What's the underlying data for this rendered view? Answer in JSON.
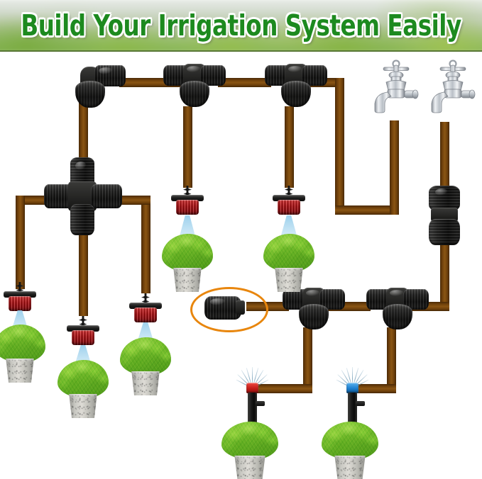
{
  "header": {
    "title": "Build Your Irrigation System Easily",
    "title_color": "#1d8a1f",
    "title_outline_color": "#ffffff",
    "background_description": "blurred green greenhouse foliage"
  },
  "palette": {
    "pipe_brown": "#8a5513",
    "pipe_brown_dark": "#4a2a07",
    "fitting_black": "#16161 5",
    "dripper_red": "#c0171a",
    "spray_blue": "#96cdeb",
    "foliage_green": "#6fb033",
    "pot_gray": "#c8c8c2",
    "faucet_chrome": "#c9cdd2",
    "highlight_orange": "#e8860d",
    "sprinkler_cap_red": "#c31d19",
    "sprinkler_cap_blue": "#1d7fd0"
  },
  "diagram": {
    "caption": "Drip irrigation assembly diagram showing faucets, barbed pipe fittings, adjustable drippers and sprinkler stakes connected by brown tubing",
    "highlight": {
      "shape": "ellipse",
      "target": "end-cap-plug-fitting",
      "color": "#e8860d"
    },
    "faucets": [
      {
        "id": "faucet-left",
        "label": "Water tap"
      },
      {
        "id": "faucet-right",
        "label": "Water tap"
      }
    ],
    "fittings": [
      {
        "id": "elbow-top-left",
        "type": "90-degree elbow",
        "ports": 2
      },
      {
        "id": "tee-top-middle",
        "type": "tee",
        "ports": 3
      },
      {
        "id": "tee-top-right",
        "type": "tee",
        "ports": 3
      },
      {
        "id": "cross-left",
        "type": "4-way cross",
        "ports": 4
      },
      {
        "id": "coupler-right",
        "type": "straight coupler",
        "ports": 2
      },
      {
        "id": "end-cap-plug",
        "type": "end cap / plug",
        "ports": 1
      },
      {
        "id": "tee-bottom-left",
        "type": "tee",
        "ports": 3
      },
      {
        "id": "tee-bottom-right",
        "type": "tee",
        "ports": 3
      }
    ],
    "drippers": [
      {
        "id": "dripper-mid-1",
        "color": "red",
        "type": "adjustable drip emitter"
      },
      {
        "id": "dripper-mid-2",
        "color": "red",
        "type": "adjustable drip emitter"
      },
      {
        "id": "dripper-low-1",
        "color": "red",
        "type": "adjustable drip emitter"
      },
      {
        "id": "dripper-low-2",
        "color": "red",
        "type": "adjustable drip emitter"
      },
      {
        "id": "dripper-low-3",
        "color": "red",
        "type": "adjustable drip emitter"
      }
    ],
    "sprinklers": [
      {
        "id": "sprinkler-red",
        "cap_color": "red"
      },
      {
        "id": "sprinkler-blue",
        "cap_color": "blue"
      }
    ],
    "plants_count": 7
  }
}
